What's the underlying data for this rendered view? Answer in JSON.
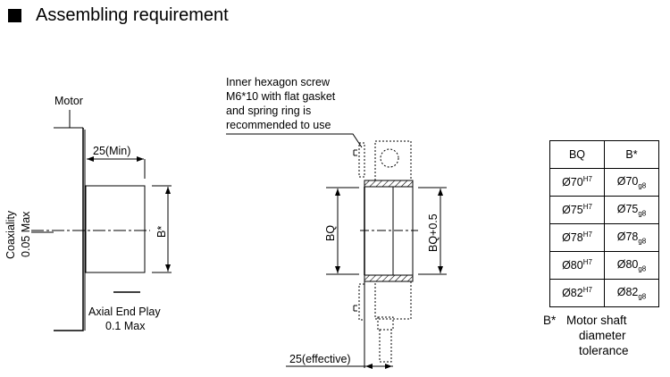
{
  "title": "Assembling requirement",
  "left_diagram": {
    "motor_label": "Motor",
    "length_dim": "25(Min)",
    "shaft_dim": "B*",
    "coaxiality_label": "Coaxiality",
    "coaxiality_value": "0.05 Max",
    "axial_label": "Axial End Play",
    "axial_value": "0.1  Max"
  },
  "middle_diagram": {
    "note_lines": [
      "Inner hexagon screw",
      "M6*10 with flat gasket",
      "and spring ring is",
      "recommended to use"
    ],
    "bore_dim": "BQ",
    "clearance_dim": "BQ+0.5",
    "effective_dim": "25(effective)"
  },
  "table": {
    "headers": [
      "BQ",
      "B*"
    ],
    "rows": [
      {
        "bq": "Ø70",
        "bq_tol": "H7",
        "b": "Ø70",
        "b_tol": "g8"
      },
      {
        "bq": "Ø75",
        "bq_tol": "H7",
        "b": "Ø75",
        "b_tol": "g8"
      },
      {
        "bq": "Ø78",
        "bq_tol": "H7",
        "b": "Ø78",
        "b_tol": "g8"
      },
      {
        "bq": "Ø80",
        "bq_tol": "H7",
        "b": "Ø80",
        "b_tol": "g8"
      },
      {
        "bq": "Ø82",
        "bq_tol": "H7",
        "b": "Ø82",
        "b_tol": "g8"
      }
    ],
    "note_key": "B*",
    "note_lines": [
      "Motor shaft",
      "diameter",
      "tolerance"
    ]
  }
}
